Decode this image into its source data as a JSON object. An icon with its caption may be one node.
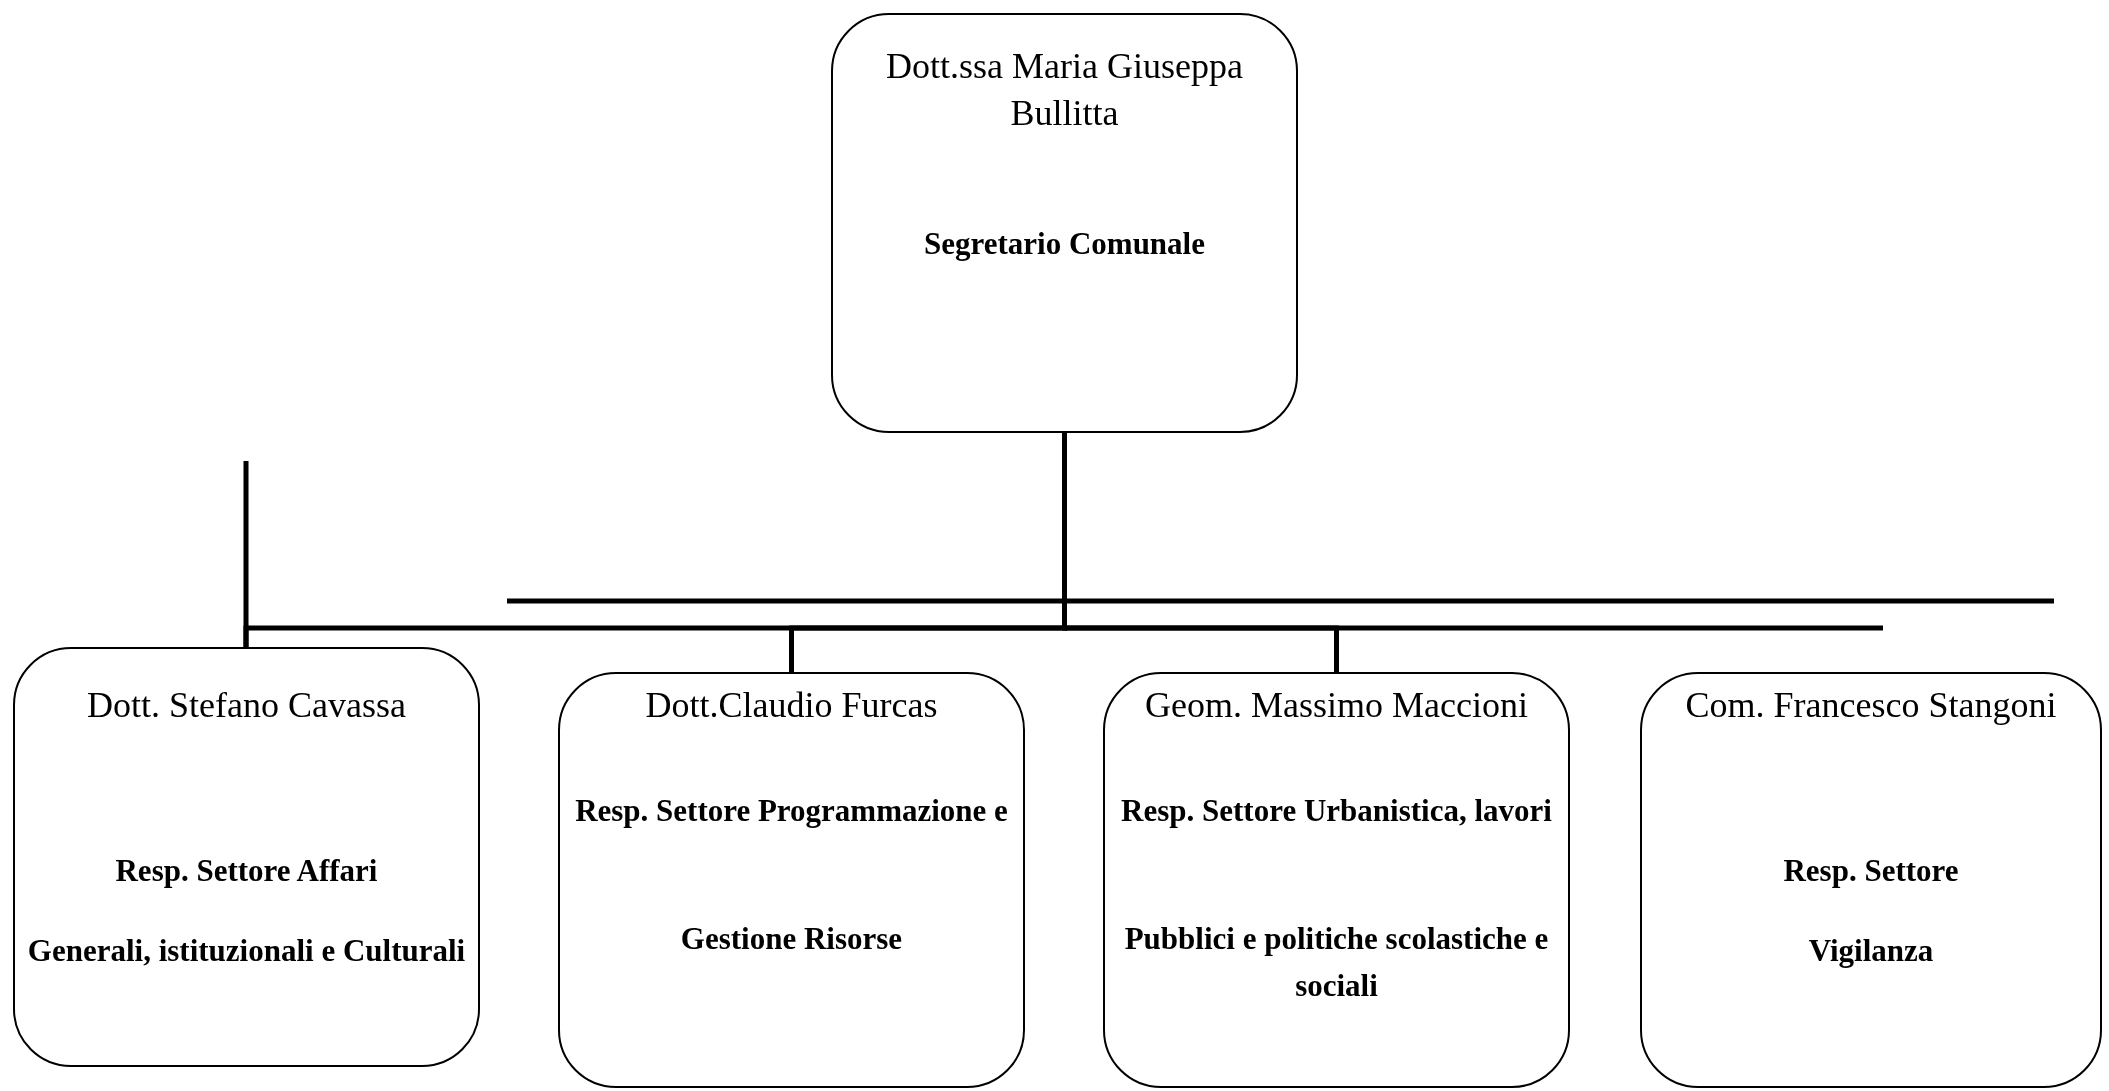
{
  "diagram": {
    "nodes": [
      {
        "text": [
          "Dott.ssa Maria Giuseppa Bullitta",
          "Segretario Comunale"
        ]
      },
      {
        "text": [
          "Dott. Stefano Cavassa",
          "Resp. Settore Affari",
          "Generali, istituzionali e Culturali"
        ]
      },
      {
        "text": [
          "Dott.Claudio Furcas",
          "Resp. Settore Programmazione e",
          "Gestione Risorse"
        ]
      },
      {
        "text": [
          "Geom. Massimo Maccioni",
          "Resp. Settore Urbanistica, lavori",
          "Pubblici e politiche scolastiche e sociali"
        ]
      },
      {
        "text": [
          "Com. Francesco Stangoni",
          "Resp. Settore",
          "Vigilanza"
        ]
      }
    ],
    "edges": [
      {
        "from": 0,
        "to": 1,
        "arrow": "none"
      },
      {
        "from": 0,
        "to": 2,
        "arrow": "none"
      },
      {
        "from": 0,
        "to": 3,
        "arrow": "none"
      }
    ]
  }
}
